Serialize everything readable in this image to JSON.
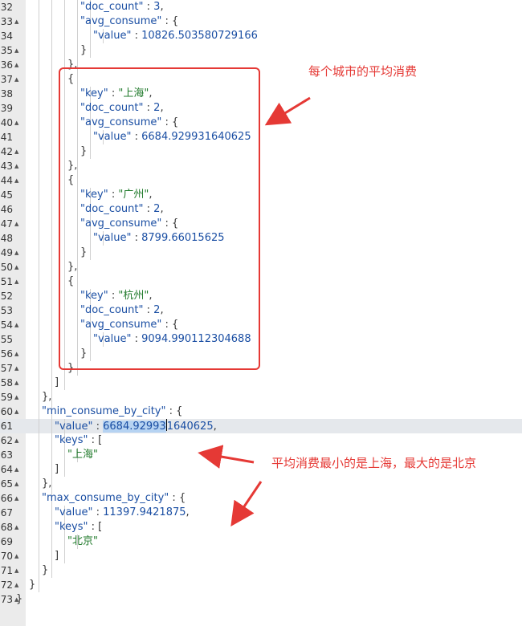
{
  "editor": {
    "lines": [
      {
        "num": "32",
        "indent": 3,
        "tokens": [
          {
            "t": "k",
            "v": "\"doc_count\""
          },
          {
            "t": "p",
            "v": " : "
          },
          {
            "t": "n",
            "v": "3"
          },
          {
            "t": "p",
            "v": ","
          }
        ]
      },
      {
        "num": "33",
        "indent": 3,
        "tokens": [
          {
            "t": "k",
            "v": "\"avg_consume\""
          },
          {
            "t": "p",
            "v": " : {"
          }
        ],
        "fold": true
      },
      {
        "num": "34",
        "indent": 4,
        "tokens": [
          {
            "t": "k",
            "v": "\"value\""
          },
          {
            "t": "p",
            "v": " : "
          },
          {
            "t": "n",
            "v": "10826.503580729166"
          }
        ]
      },
      {
        "num": "35",
        "indent": 3,
        "tokens": [
          {
            "t": "p",
            "v": "}"
          }
        ],
        "fold": true
      },
      {
        "num": "36",
        "indent": 2,
        "tokens": [
          {
            "t": "p",
            "v": "},"
          }
        ],
        "fold": true
      },
      {
        "num": "37",
        "indent": 2,
        "tokens": [
          {
            "t": "p",
            "v": "{"
          }
        ],
        "fold": true
      },
      {
        "num": "38",
        "indent": 3,
        "tokens": [
          {
            "t": "k",
            "v": "\"key\""
          },
          {
            "t": "p",
            "v": " : "
          },
          {
            "t": "s",
            "v": "\"上海\""
          },
          {
            "t": "p",
            "v": ","
          }
        ]
      },
      {
        "num": "39",
        "indent": 3,
        "tokens": [
          {
            "t": "k",
            "v": "\"doc_count\""
          },
          {
            "t": "p",
            "v": " : "
          },
          {
            "t": "n",
            "v": "2"
          },
          {
            "t": "p",
            "v": ","
          }
        ]
      },
      {
        "num": "40",
        "indent": 3,
        "tokens": [
          {
            "t": "k",
            "v": "\"avg_consume\""
          },
          {
            "t": "p",
            "v": " : {"
          }
        ],
        "fold": true
      },
      {
        "num": "41",
        "indent": 4,
        "tokens": [
          {
            "t": "k",
            "v": "\"value\""
          },
          {
            "t": "p",
            "v": " : "
          },
          {
            "t": "n",
            "v": "6684.929931640625"
          }
        ]
      },
      {
        "num": "42",
        "indent": 3,
        "tokens": [
          {
            "t": "p",
            "v": "}"
          }
        ],
        "fold": true
      },
      {
        "num": "43",
        "indent": 2,
        "tokens": [
          {
            "t": "p",
            "v": "},"
          }
        ],
        "fold": true
      },
      {
        "num": "44",
        "indent": 2,
        "tokens": [
          {
            "t": "p",
            "v": "{"
          }
        ],
        "fold": true
      },
      {
        "num": "45",
        "indent": 3,
        "tokens": [
          {
            "t": "k",
            "v": "\"key\""
          },
          {
            "t": "p",
            "v": " : "
          },
          {
            "t": "s",
            "v": "\"广州\""
          },
          {
            "t": "p",
            "v": ","
          }
        ]
      },
      {
        "num": "46",
        "indent": 3,
        "tokens": [
          {
            "t": "k",
            "v": "\"doc_count\""
          },
          {
            "t": "p",
            "v": " : "
          },
          {
            "t": "n",
            "v": "2"
          },
          {
            "t": "p",
            "v": ","
          }
        ]
      },
      {
        "num": "47",
        "indent": 3,
        "tokens": [
          {
            "t": "k",
            "v": "\"avg_consume\""
          },
          {
            "t": "p",
            "v": " : {"
          }
        ],
        "fold": true
      },
      {
        "num": "48",
        "indent": 4,
        "tokens": [
          {
            "t": "k",
            "v": "\"value\""
          },
          {
            "t": "p",
            "v": " : "
          },
          {
            "t": "n",
            "v": "8799.66015625"
          }
        ]
      },
      {
        "num": "49",
        "indent": 3,
        "tokens": [
          {
            "t": "p",
            "v": "}"
          }
        ],
        "fold": true
      },
      {
        "num": "50",
        "indent": 2,
        "tokens": [
          {
            "t": "p",
            "v": "},"
          }
        ],
        "fold": true
      },
      {
        "num": "51",
        "indent": 2,
        "tokens": [
          {
            "t": "p",
            "v": "{"
          }
        ],
        "fold": true
      },
      {
        "num": "52",
        "indent": 3,
        "tokens": [
          {
            "t": "k",
            "v": "\"key\""
          },
          {
            "t": "p",
            "v": " : "
          },
          {
            "t": "s",
            "v": "\"杭州\""
          },
          {
            "t": "p",
            "v": ","
          }
        ]
      },
      {
        "num": "53",
        "indent": 3,
        "tokens": [
          {
            "t": "k",
            "v": "\"doc_count\""
          },
          {
            "t": "p",
            "v": " : "
          },
          {
            "t": "n",
            "v": "2"
          },
          {
            "t": "p",
            "v": ","
          }
        ]
      },
      {
        "num": "54",
        "indent": 3,
        "tokens": [
          {
            "t": "k",
            "v": "\"avg_consume\""
          },
          {
            "t": "p",
            "v": " : {"
          }
        ],
        "fold": true
      },
      {
        "num": "55",
        "indent": 4,
        "tokens": [
          {
            "t": "k",
            "v": "\"value\""
          },
          {
            "t": "p",
            "v": " : "
          },
          {
            "t": "n",
            "v": "9094.990112304688"
          }
        ]
      },
      {
        "num": "56",
        "indent": 3,
        "tokens": [
          {
            "t": "p",
            "v": "}"
          }
        ],
        "fold": true
      },
      {
        "num": "57",
        "indent": 2,
        "tokens": [
          {
            "t": "p",
            "v": "}"
          }
        ],
        "fold": true
      },
      {
        "num": "58",
        "indent": 1,
        "tokens": [
          {
            "t": "p",
            "v": "]"
          }
        ],
        "fold": true
      },
      {
        "num": "59",
        "indent": 0,
        "tokens": [
          {
            "t": "p",
            "v": "},"
          }
        ],
        "fold": true
      },
      {
        "num": "60",
        "indent": 0,
        "tokens": [
          {
            "t": "k",
            "v": "\"min_consume_by_city\""
          },
          {
            "t": "p",
            "v": " : {"
          }
        ],
        "fold": true
      },
      {
        "num": "61",
        "indent": 1,
        "active": true,
        "tokens": [
          {
            "t": "k",
            "v": "\"value\""
          },
          {
            "t": "p",
            "v": " : "
          },
          {
            "t": "n",
            "v": "6684.92993",
            "hl": true
          },
          {
            "t": "cursor"
          },
          {
            "t": "n",
            "v": "1640625"
          },
          {
            "t": "p",
            "v": ","
          }
        ]
      },
      {
        "num": "62",
        "indent": 1,
        "tokens": [
          {
            "t": "k",
            "v": "\"keys\""
          },
          {
            "t": "p",
            "v": " : ["
          }
        ],
        "fold": true
      },
      {
        "num": "63",
        "indent": 2,
        "tokens": [
          {
            "t": "s",
            "v": "\"上海\""
          }
        ]
      },
      {
        "num": "64",
        "indent": 1,
        "tokens": [
          {
            "t": "p",
            "v": "]"
          }
        ],
        "fold": true
      },
      {
        "num": "65",
        "indent": 0,
        "tokens": [
          {
            "t": "p",
            "v": "},"
          }
        ],
        "fold": true
      },
      {
        "num": "66",
        "indent": 0,
        "tokens": [
          {
            "t": "k",
            "v": "\"max_consume_by_city\""
          },
          {
            "t": "p",
            "v": " : {"
          }
        ],
        "fold": true
      },
      {
        "num": "67",
        "indent": 1,
        "tokens": [
          {
            "t": "k",
            "v": "\"value\""
          },
          {
            "t": "p",
            "v": " : "
          },
          {
            "t": "n",
            "v": "11397.9421875"
          },
          {
            "t": "p",
            "v": ","
          }
        ]
      },
      {
        "num": "68",
        "indent": 1,
        "tokens": [
          {
            "t": "k",
            "v": "\"keys\""
          },
          {
            "t": "p",
            "v": " : ["
          }
        ],
        "fold": true
      },
      {
        "num": "69",
        "indent": 2,
        "tokens": [
          {
            "t": "s",
            "v": "\"北京\""
          }
        ]
      },
      {
        "num": "70",
        "indent": 1,
        "tokens": [
          {
            "t": "p",
            "v": "]"
          }
        ],
        "fold": true
      },
      {
        "num": "71",
        "indent": 0,
        "tokens": [
          {
            "t": "p",
            "v": "}"
          }
        ],
        "fold": true
      },
      {
        "num": "72",
        "indent": -1,
        "tokens": [
          {
            "t": "p",
            "v": "}"
          }
        ],
        "fold": true
      },
      {
        "num": "73",
        "indent": -2,
        "tokens": [
          {
            "t": "p",
            "v": "}"
          }
        ],
        "fold": true
      }
    ]
  },
  "annotations": {
    "box_label": "每个城市的平均消费",
    "min_max_label": "平均消费最小的是上海，最大的是北京",
    "color": "#e53935"
  },
  "colors": {
    "gutter": "#ebebeb",
    "active_line": "#e5e8ec",
    "selection": "#b6d3f2",
    "key": "#1a4ea3",
    "string": "#207a2b"
  }
}
